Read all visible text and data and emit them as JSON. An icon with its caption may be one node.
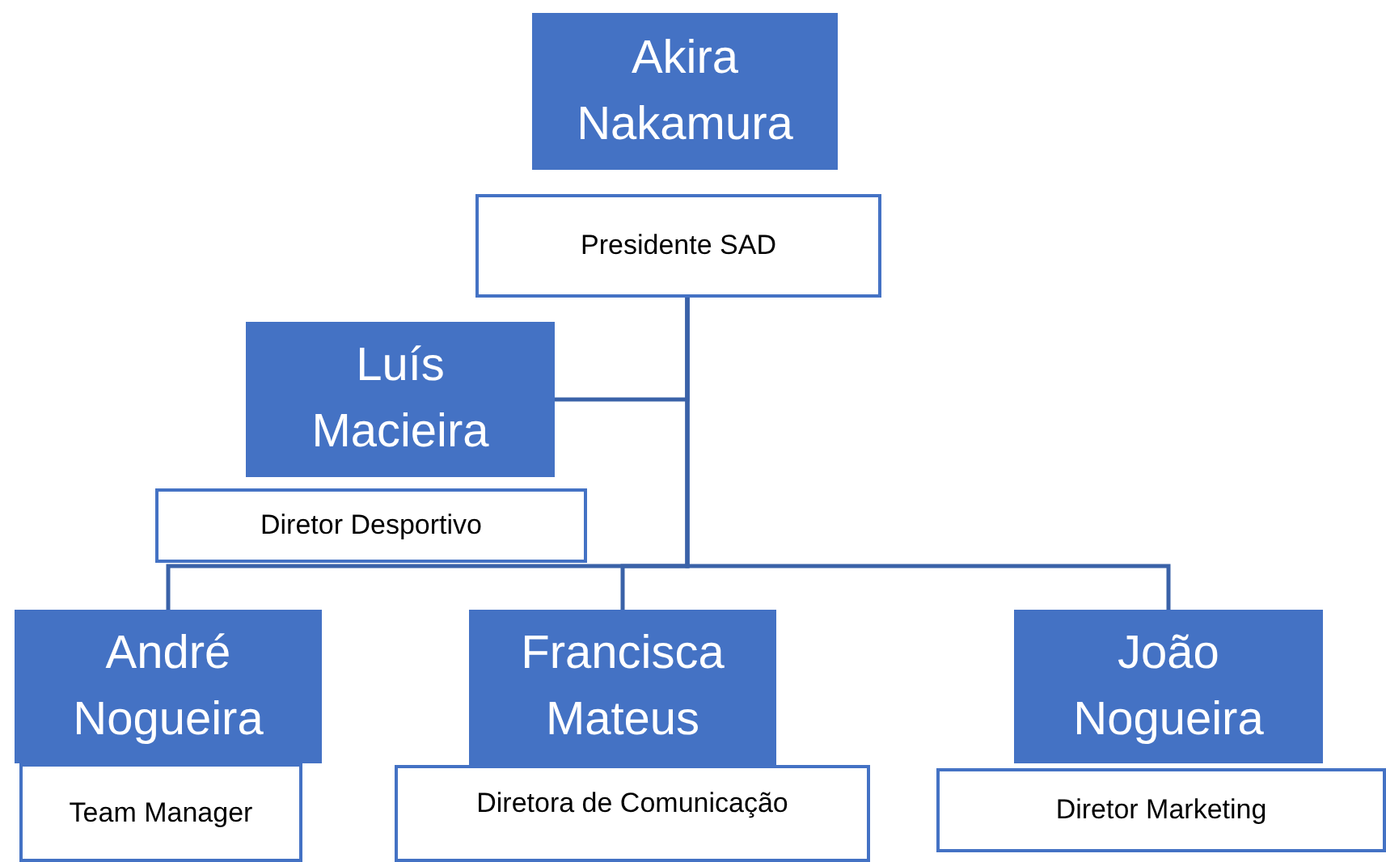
{
  "diagram": {
    "nodes": [
      {
        "text": [
          "Akira Nakamura"
        ]
      },
      {
        "text": [
          "Presidente SAD"
        ]
      },
      {
        "text": [
          "Luís Macieira"
        ]
      },
      {
        "text": [
          "Diretor Desportivo"
        ]
      },
      {
        "text": [
          "André Nogueira"
        ]
      },
      {
        "text": [
          "Team Manager"
        ]
      },
      {
        "text": [
          "Francisca Mateus"
        ]
      },
      {
        "text": [
          "Diretora de Comunicação"
        ]
      },
      {
        "text": [
          "João Nogueira"
        ]
      },
      {
        "text": [
          "Diretor Marketing"
        ]
      }
    ],
    "edges": [
      {
        "from": 1,
        "to": 2,
        "arrow": "none"
      },
      {
        "from": 1,
        "to": 4,
        "arrow": "none"
      },
      {
        "from": 1,
        "to": 6,
        "arrow": "none"
      },
      {
        "from": 1,
        "to": 8,
        "arrow": "none"
      }
    ]
  }
}
